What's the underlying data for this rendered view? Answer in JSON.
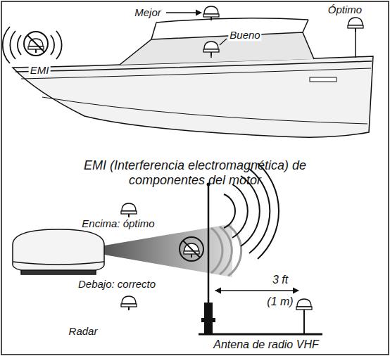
{
  "diagram": {
    "labels": [
      "Mejor",
      "Óptimo",
      "Bueno",
      "EMI",
      "EMI (Interferencia electromagnética) de componentes del motor",
      "Encima: óptimo",
      "Debajo: correcto",
      "Radar",
      "3 ft",
      "(1 m)",
      "Antena de radio VHF"
    ]
  }
}
